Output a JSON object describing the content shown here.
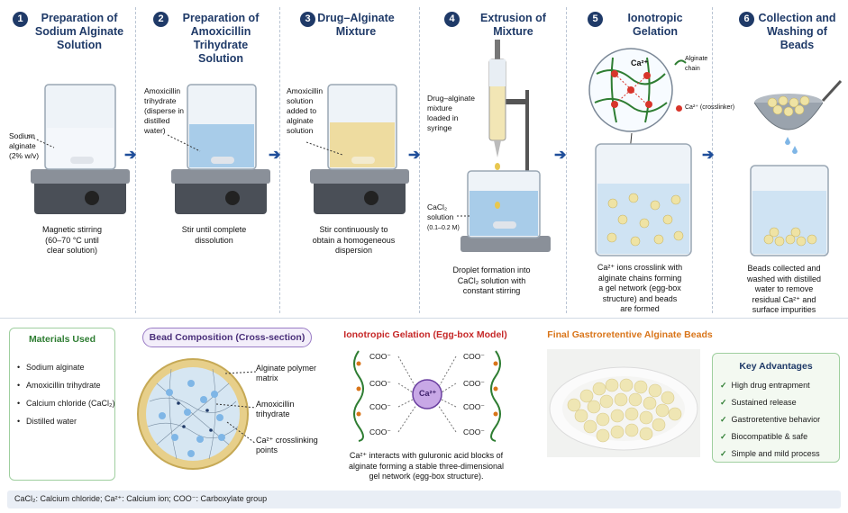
{
  "steps": [
    {
      "num": "1",
      "title": "Preparation of\nSodium Alginate\nSolution",
      "caption": "Magnetic stirring\n(60–70 °C until\nclear solution)",
      "label": "Sodium\nalginate\n(2% w/v)"
    },
    {
      "num": "2",
      "title": "Preparation of\nAmoxicillin Trihydrate\nSolution",
      "caption": "Stir until complete\ndissolution",
      "label": "Amoxicillin\ntrihydrate\n(disperse in\ndistilled\nwater)"
    },
    {
      "num": "3",
      "title": "Drug–Alginate\nMixture",
      "caption": "Stir continuously to\nobtain a homogeneous\ndispersion",
      "label": "Amoxicillin\nsolution\nadded to\nalginate\nsolution"
    },
    {
      "num": "4",
      "title": "Extrusion of Mixture",
      "caption": "Droplet formation into\nCaCl₂ solution with\nconstant stirring",
      "label": "Drug–alginate\nmixture\nloaded in\nsyringe",
      "label2": "CaCl₂\nsolution",
      "label3": "(0.1–0.2 M)"
    },
    {
      "num": "5",
      "title": "Ionotropic Gelation",
      "caption": "Ca²⁺ ions crosslink with\nalginate chains forming\na gel network (egg-box\nstructure) and beads\nare formed",
      "ca_label": "Ca²⁺",
      "legend_chain": "Alginate\nchain",
      "legend_ca": "Ca²⁺ (crosslinker)"
    },
    {
      "num": "6",
      "title": "Collection and\nWashing of Beads",
      "caption": "Beads collected and\nwashed with distilled\nwater to remove\nresidual Ca²⁺ and\nsurface impurities"
    }
  ],
  "materials": {
    "title": "Materials Used",
    "items": [
      "Sodium alginate",
      "Amoxicillin trihydrate",
      "Calcium chloride (CaCl₂)",
      "Distilled water"
    ]
  },
  "composition": {
    "title": "Bead Composition (Cross-section)",
    "labels": [
      "Alginate polymer\nmatrix",
      "Amoxicillin\ntrihydrate",
      "Ca²⁺ crosslinking\npoints"
    ]
  },
  "eggbox": {
    "title": "Ionotropic Gelation (Egg-box Model)",
    "center": "Ca²⁺",
    "group": "COO⁻",
    "caption": "Ca²⁺ interacts with guluronic acid blocks of\nalginate forming a stable three-dimensional\ngel network (egg-box structure)."
  },
  "final": {
    "title": "Final Gastroretentive Alginate Beads"
  },
  "advantages": {
    "title": "Key Advantages",
    "items": [
      "High drug entrapment",
      "Sustained release",
      "Gastroretentive behavior",
      "Biocompatible & safe",
      "Simple and mild process"
    ]
  },
  "footer": "CaCl₂: Calcium chloride; Ca²⁺: Calcium ion; COO⁻: Carboxylate group",
  "colors": {
    "navy": "#1f3a68",
    "green": "#2e7d32",
    "purple": "#6a3fa0",
    "red": "#c62828",
    "orange": "#d9751a"
  }
}
